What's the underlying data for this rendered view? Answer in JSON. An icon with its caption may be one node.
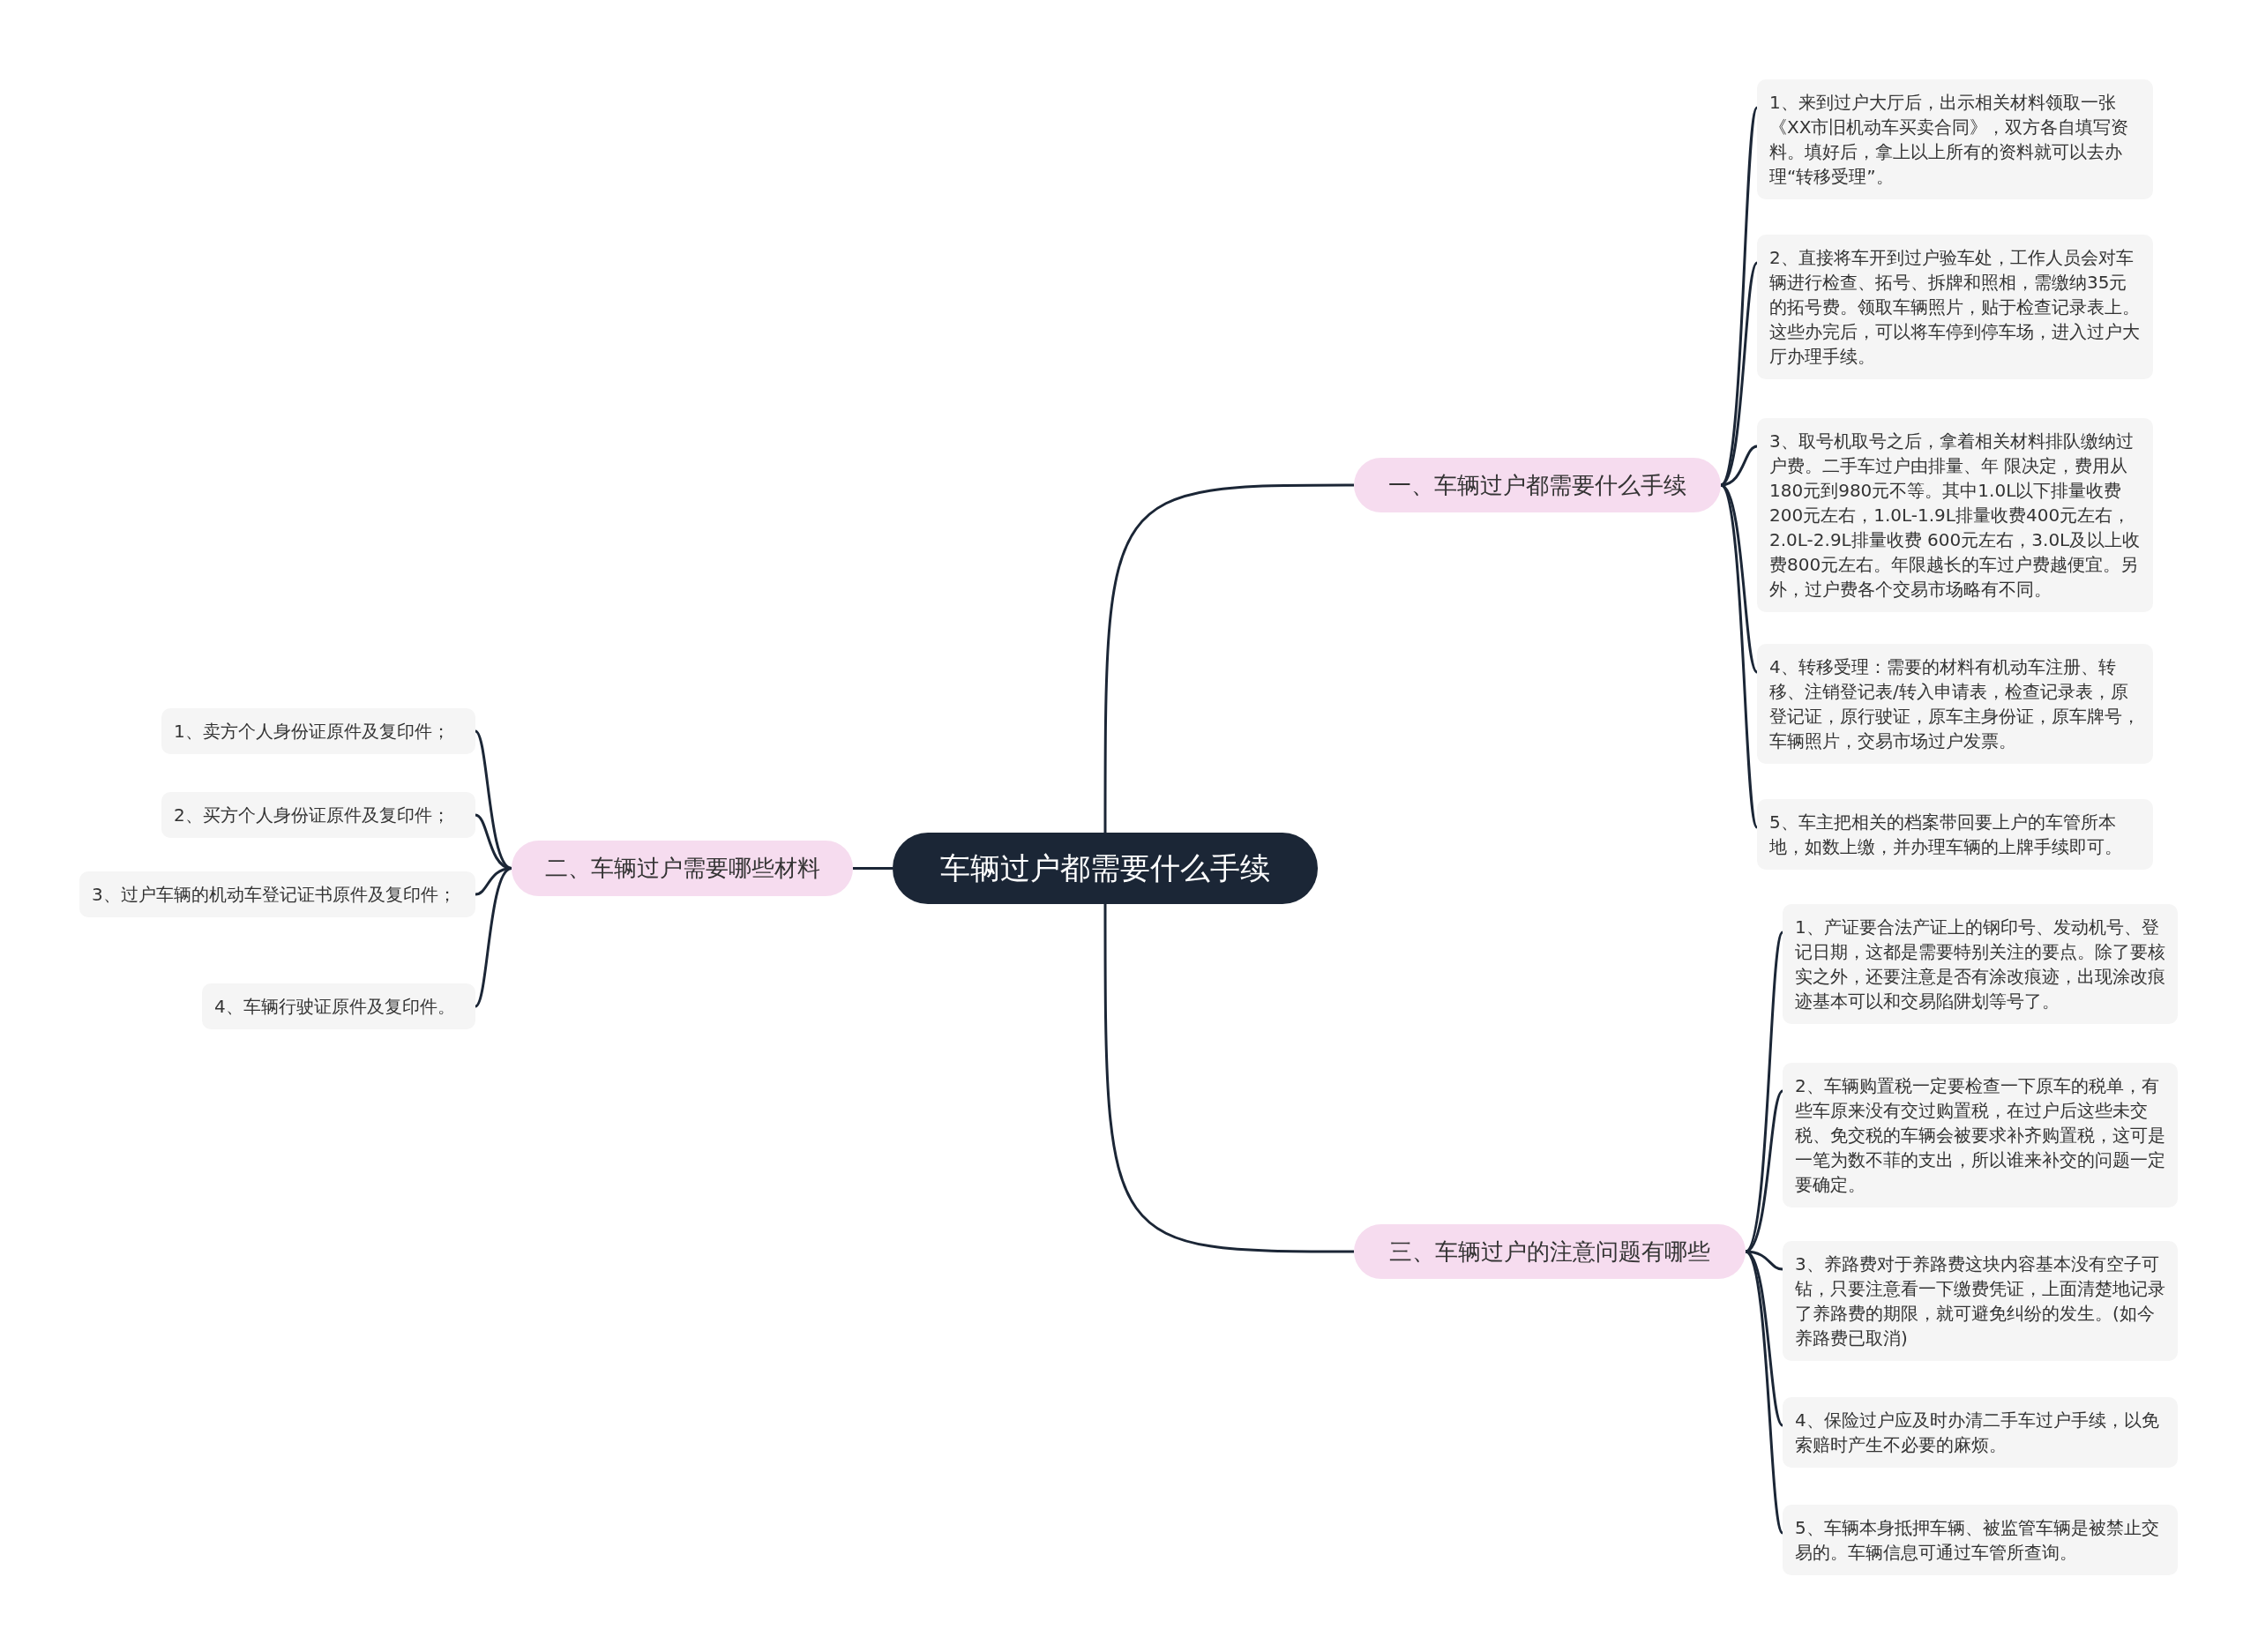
{
  "diagram": {
    "nodes": [
      {
        "text": [
          "车辆过户都需要什么手续"
        ]
      },
      {
        "text": [
          "一、车辆过户都需要什么手续"
        ]
      },
      {
        "text": [
          "1、来到过户大厅后，出示相关材料领取一张《XX市旧机动车买卖合同》，双方各自填写资料。填好后，拿上以上所有的资料就可以去办理“转移受理”。"
        ]
      },
      {
        "text": [
          "2、直接将车开到过户验车处，工作人员会对车辆进行检查、拓号、拆牌和照相，需缴纳35元的拓号费。领取车辆照片，贴于检查记录表上。这些办完后，可以将车停到停车场，进入过户大厅办理手续。"
        ]
      },
      {
        "text": [
          "3、取号机取号之后，拿着相关材料排队缴纳过户费。二手车过户由排量、年 限决定，费用从180元到980元不等。其中1.0L以下排量收费200元左右，1.0L-1.9L排量收费400元左右，2.0L-2.9L排量收费 600元左右，3.0L及以上收费800元左右。年限越长的车过户费越便宜。另外，过户费各个交易市场略有不同。"
        ]
      },
      {
        "text": [
          "4、转移受理：需要的材料有机动车注册、转移、注销登记表/转入申请表，检查记录表，原登记证，原行驶证，原车主身份证，原车牌号，车辆照片，交易市场过户发票。"
        ]
      },
      {
        "text": [
          "5、车主把相关的档案带回要上户的车管所本地，如数上缴，并办理车辆的上牌手续即可。"
        ]
      },
      {
        "text": [
          "二、车辆过户需要哪些材料"
        ]
      },
      {
        "text": [
          "1、卖方个人身份证原件及复印件；"
        ]
      },
      {
        "text": [
          "2、买方个人身份证原件及复印件；"
        ]
      },
      {
        "text": [
          "3、过户车辆的机动车登记证书原件及复印件；"
        ]
      },
      {
        "text": [
          "4、车辆行驶证原件及复印件。"
        ]
      },
      {
        "text": [
          "三、车辆过户的注意问题有哪些"
        ]
      },
      {
        "text": [
          "1、产证要合法产证上的钢印号、发动机号、登记日期，这都是需要特别关注的要点。除了要核实之外，还要注意是否有涂改痕迹，出现涂改痕迹基本可以和交易陷阱划等号了。"
        ]
      },
      {
        "text": [
          "2、车辆购置税一定要检查一下原车的税单，有些车原来没有交过购置税，在过户后这些未交税、免交税的车辆会被要求补齐购置税，这可是一笔为数不菲的支出，所以谁来补交的问题一定要确定。"
        ]
      },
      {
        "text": [
          "3、养路费对于养路费这块内容基本没有空子可钻，只要注意看一下缴费凭证，上面清楚地记录了养路费的期限，就可避免纠纷的发生。(如今养路费已取消)"
        ]
      },
      {
        "text": [
          "4、保险过户应及时办清二手车过户手续，以免索赔时产生不必要的麻烦。"
        ]
      },
      {
        "text": [
          "5、车辆本身抵押车辆、被监管车辆是被禁止交易的。车辆信息可通过车管所查询。"
        ]
      }
    ],
    "edges": [
      {
        "from": 0,
        "to": 1,
        "arrow": "none"
      },
      {
        "from": 1,
        "to": 2,
        "arrow": "none"
      },
      {
        "from": 1,
        "to": 3,
        "arrow": "none"
      },
      {
        "from": 1,
        "to": 4,
        "arrow": "none"
      },
      {
        "from": 1,
        "to": 5,
        "arrow": "none"
      },
      {
        "from": 1,
        "to": 6,
        "arrow": "none"
      },
      {
        "from": 0,
        "to": 7,
        "arrow": "none"
      },
      {
        "from": 7,
        "to": 8,
        "arrow": "none"
      },
      {
        "from": 7,
        "to": 9,
        "arrow": "none"
      },
      {
        "from": 7,
        "to": 10,
        "arrow": "none"
      },
      {
        "from": 7,
        "to": 11,
        "arrow": "none"
      },
      {
        "from": 0,
        "to": 12,
        "arrow": "none"
      },
      {
        "from": 12,
        "to": 13,
        "arrow": "none"
      },
      {
        "from": 12,
        "to": 14,
        "arrow": "none"
      },
      {
        "from": 12,
        "to": 15,
        "arrow": "none"
      },
      {
        "from": 12,
        "to": 16,
        "arrow": "none"
      },
      {
        "from": 12,
        "to": 17,
        "arrow": "none"
      }
    ]
  }
}
